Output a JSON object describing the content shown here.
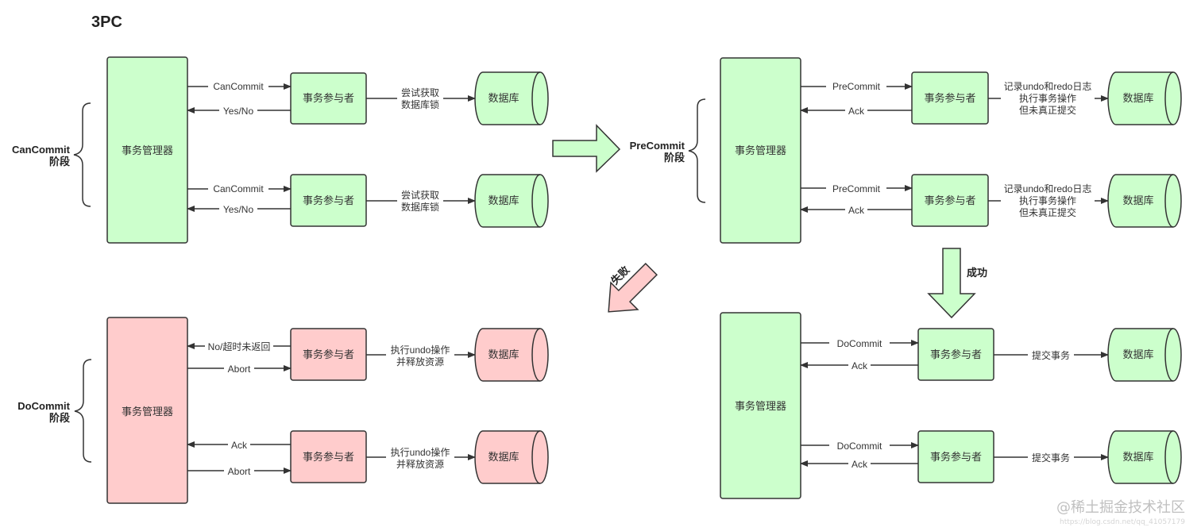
{
  "title": "3PC",
  "colors": {
    "green_fill": "#ccffcc",
    "red_fill": "#ffcccc",
    "stroke": "#333333",
    "arrow_green": "#ccffcc",
    "arrow_red": "#ffcccc"
  },
  "phases": {
    "cancommit": {
      "line1": "CanCommit",
      "line2": "阶段"
    },
    "precommit": {
      "line1": "PreCommit",
      "line2": "阶段"
    },
    "docommit": {
      "line1": "DoCommit",
      "line2": "阶段"
    }
  },
  "transitions": {
    "failure": "失败",
    "success": "成功"
  },
  "labels": {
    "coordinator": "事务管理器",
    "participant": "事务参与者",
    "database": "数据库"
  },
  "cancommit": {
    "request": "CanCommit",
    "response": "Yes/No",
    "action_line1": "尝试获取",
    "action_line2": "数据库锁"
  },
  "precommit": {
    "request": "PreCommit",
    "response": "Ack",
    "action_line1": "记录undo和redo日志",
    "action_line2": "执行事务操作",
    "action_line3": "但未真正提交"
  },
  "docommit_fail": {
    "top_response": "No/超时未返回",
    "top_request": "Abort",
    "bottom_response": "Ack",
    "bottom_request": "Abort",
    "action_line1": "执行undo操作",
    "action_line2": "并释放资源"
  },
  "docommit_success": {
    "request": "DoCommit",
    "response": "Ack",
    "action": "提交事务"
  },
  "watermark": {
    "main": "@稀土掘金技术社区",
    "sub": "https://blog.csdn.net/qq_41057179"
  }
}
